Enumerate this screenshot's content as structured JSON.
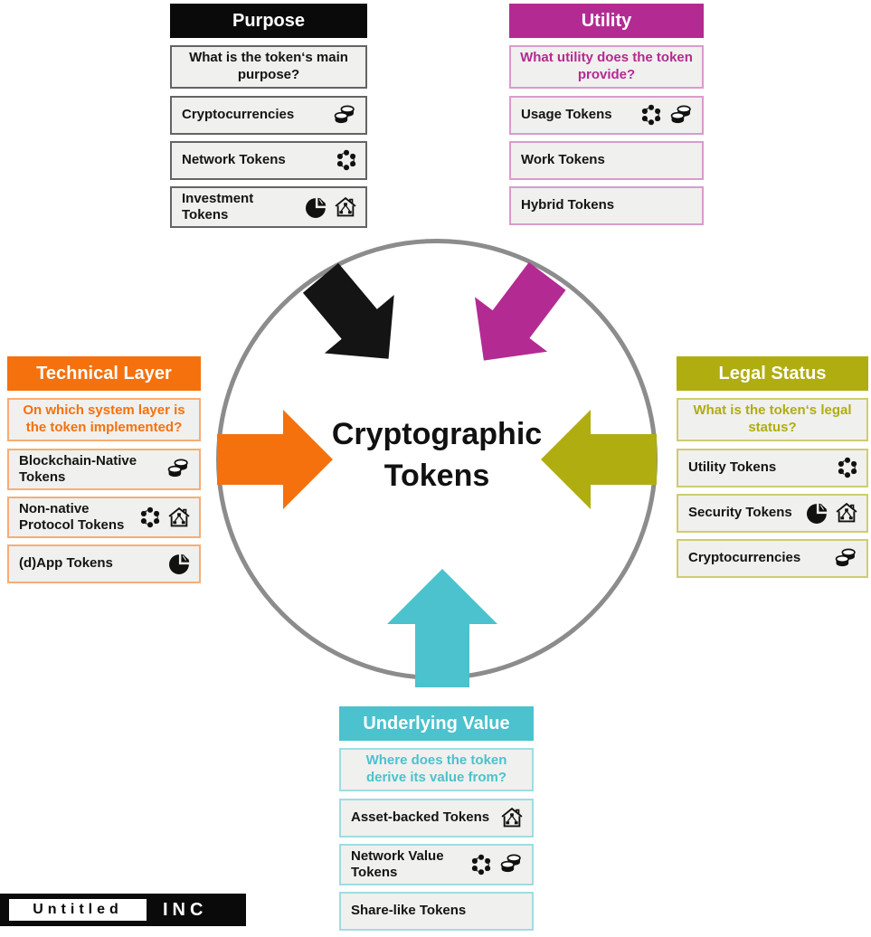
{
  "center": {
    "line1": "Cryptographic",
    "line2": "Tokens"
  },
  "sections": {
    "purpose": {
      "title": "Purpose",
      "question": "What is the token‘s main purpose?",
      "items": [
        {
          "label": "Cryptocurrencies",
          "icons": [
            "coins"
          ]
        },
        {
          "label": "Network Tokens",
          "icons": [
            "network"
          ]
        },
        {
          "label": "Investment Tokens",
          "icons": [
            "pie",
            "house"
          ]
        }
      ]
    },
    "utility": {
      "title": "Utility",
      "question": "What utility does the token provide?",
      "items": [
        {
          "label": "Usage Tokens",
          "icons": [
            "network",
            "coins"
          ]
        },
        {
          "label": "Work Tokens",
          "icons": []
        },
        {
          "label": "Hybrid Tokens",
          "icons": []
        }
      ]
    },
    "technical_layer": {
      "title": "Technical Layer",
      "question": "On which system layer is the token implemented?",
      "items": [
        {
          "label": "Blockchain-Native Tokens",
          "icons": [
            "coins"
          ]
        },
        {
          "label": "Non-native Protocol Tokens",
          "icons": [
            "network",
            "house"
          ]
        },
        {
          "label": "(d)App Tokens",
          "icons": [
            "pie"
          ]
        }
      ]
    },
    "legal_status": {
      "title": "Legal Status",
      "question": "What is the token‘s legal status?",
      "items": [
        {
          "label": "Utility Tokens",
          "icons": [
            "network"
          ]
        },
        {
          "label": "Security Tokens",
          "icons": [
            "pie",
            "house"
          ]
        },
        {
          "label": "Cryptocurrencies",
          "icons": [
            "coins"
          ]
        }
      ]
    },
    "underlying_value": {
      "title": "Underlying Value",
      "question": "Where does the token derive its value from?",
      "items": [
        {
          "label": "Asset-backed Tokens",
          "icons": [
            "house"
          ]
        },
        {
          "label": "Network Value Tokens",
          "icons": [
            "network",
            "coins"
          ]
        },
        {
          "label": "Share-like Tokens",
          "icons": []
        }
      ]
    }
  },
  "icon_names": {
    "coins": "coins-icon",
    "network": "network-nodes-icon",
    "pie": "pie-chart-icon",
    "house": "asset-house-icon"
  },
  "colors": {
    "purpose": "#0a0a0a",
    "utility": "#b42a93",
    "technical_layer": "#f4710e",
    "legal_status": "#b0ad11",
    "underlying_value": "#4bc2cd",
    "circle_stroke": "#8c8c8c",
    "item_background": "#f0f0ee"
  },
  "logo": {
    "name": "Untitled",
    "suffix": "INC"
  }
}
